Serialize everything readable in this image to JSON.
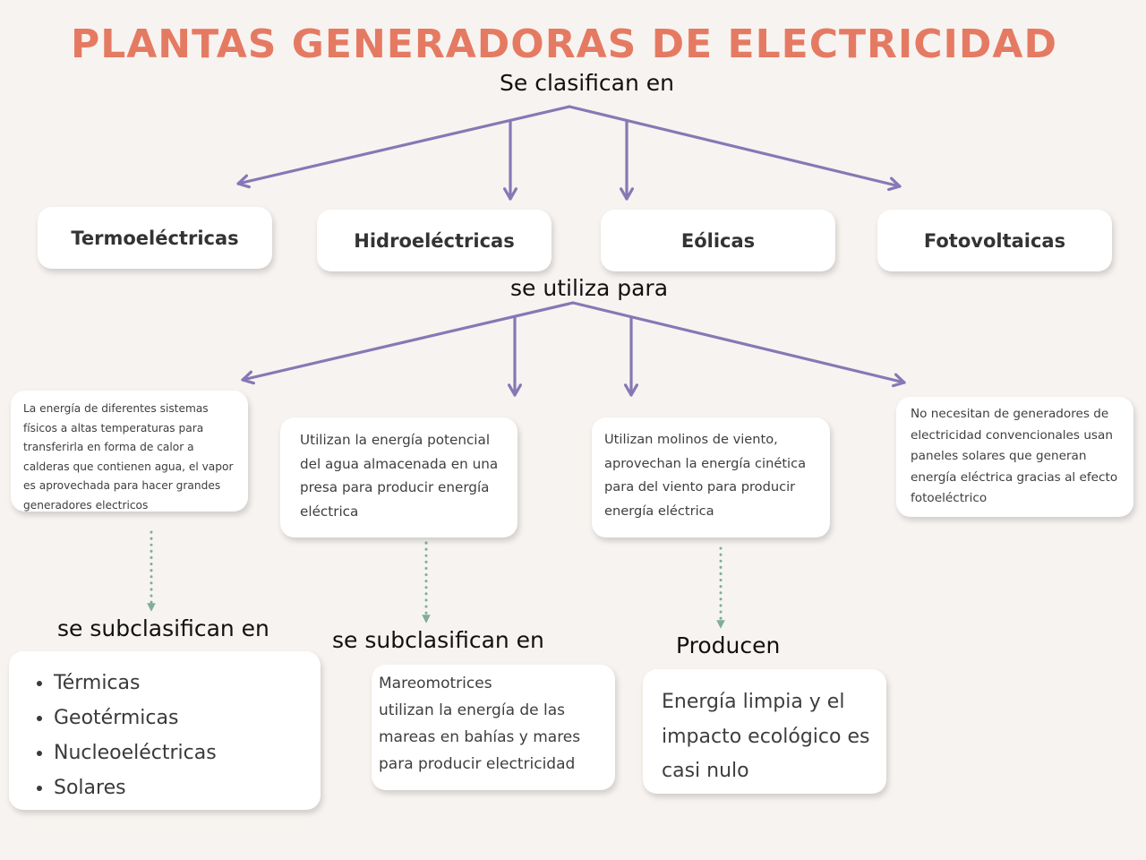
{
  "title": "PLANTAS GENERADORAS DE ELECTRICIDAD",
  "connectors": {
    "classify": "Se clasifican en",
    "use_for": "se utiliza para",
    "subclassify_1": "se subclasifican en",
    "subclassify_2": "se subclasifican en",
    "produce": "Producen"
  },
  "categories": [
    "Termoeléctricas",
    "Hidroeléctricas",
    "Eólicas",
    "Fotovoltaicas"
  ],
  "descriptions": [
    "La energía de diferentes sistemas físicos a altas temperaturas para transferirla en forma de calor a calderas que contienen agua, el vapor es aprovechada para hacer grandes generadores electricos",
    "Utilizan la energía potencial del agua almacenada en una presa para producir energía eléctrica",
    "Utilizan molinos de viento, aprovechan la energía cinética para del viento para producir energía eléctrica",
    "No necesitan de generadores de electricidad convencionales usan paneles solares que generan energía eléctrica gracias al efecto fotoeléctrico"
  ],
  "termo_subtypes": [
    "Térmicas",
    "Geotérmicas",
    "Nucleoeléctricas",
    "Solares"
  ],
  "hidro_subtype": {
    "name": "Mareomotrices",
    "detail": "utilizan la energía de las mareas en bahías y mares para producir electricidad"
  },
  "eolica_product": "Energía limpia y el impacto ecológico es casi nulo",
  "colors": {
    "title": "#e57a63",
    "arrow": "#8479b5",
    "dotted_arrow": "#7fae99",
    "background": "#f7f3f0",
    "card": "#ffffff"
  }
}
